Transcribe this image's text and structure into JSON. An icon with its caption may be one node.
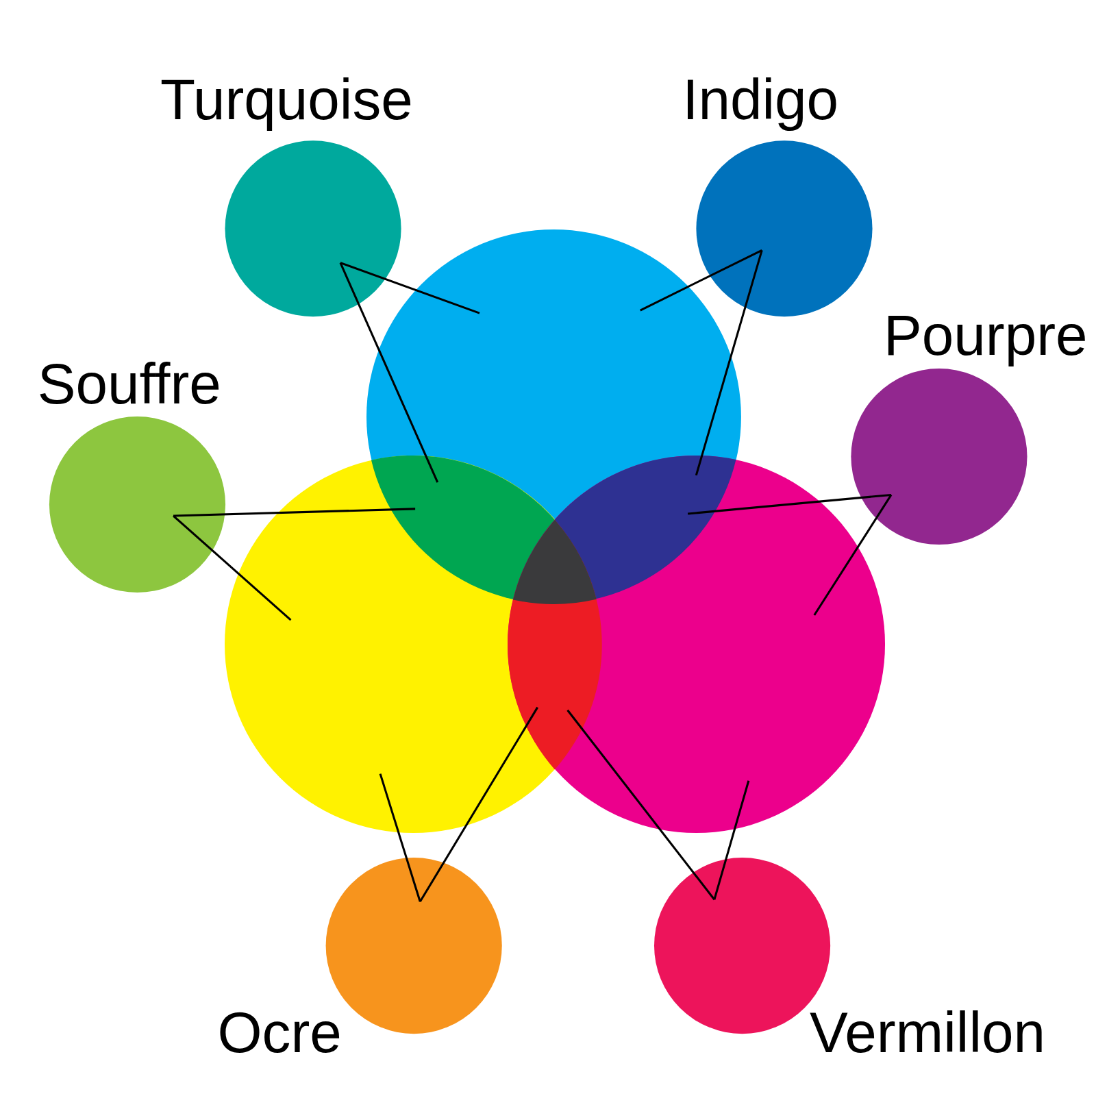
{
  "diagram": {
    "nodes": [
      {
        "text": [
          "Turquoise"
        ]
      },
      {
        "text": [
          "Indigo"
        ]
      },
      {
        "text": [
          "Pourpre"
        ]
      },
      {
        "text": [
          "Souffre"
        ]
      },
      {
        "text": [
          "Ocre"
        ]
      },
      {
        "text": [
          "Vermillon"
        ]
      },
      {
        "text": [],
        "shape": "circle"
      },
      {
        "text": [],
        "shape": "circle"
      },
      {
        "text": [],
        "shape": "circle"
      },
      {
        "text": [],
        "shape": "lens"
      },
      {
        "text": [],
        "shape": "lens"
      },
      {
        "text": [],
        "shape": "lens"
      },
      {
        "text": [],
        "shape": "triangle"
      }
    ],
    "edges": [
      {
        "from": 0,
        "to": 6,
        "arrow": "none"
      },
      {
        "from": 0,
        "to": 9,
        "arrow": "none"
      },
      {
        "from": 1,
        "to": 6,
        "arrow": "none"
      },
      {
        "from": 1,
        "to": 10,
        "arrow": "none"
      },
      {
        "from": 2,
        "to": 10,
        "arrow": "none"
      },
      {
        "from": 2,
        "to": 8,
        "arrow": "none"
      },
      {
        "from": 3,
        "to": 9,
        "arrow": "none"
      },
      {
        "from": 3,
        "to": 7,
        "arrow": "none"
      },
      {
        "from": 4,
        "to": 11,
        "arrow": "none"
      },
      {
        "from": 4,
        "to": 7,
        "arrow": "none"
      },
      {
        "from": 5,
        "to": 11,
        "arrow": "none"
      },
      {
        "from": 5,
        "to": 8,
        "arrow": "none"
      }
    ]
  }
}
